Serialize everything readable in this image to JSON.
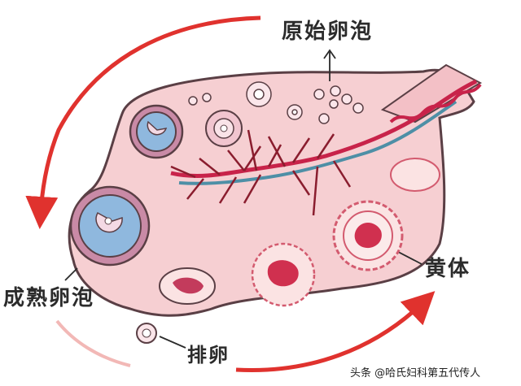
{
  "labels": {
    "primordial_follicle": "原始卵泡",
    "mature_follicle": "成熟卵泡",
    "corpus_luteum": "黄体",
    "ovulation": "排卵"
  },
  "watermark": "头条 @哈氏妇科第五代传人",
  "colors": {
    "ovary_fill": "#f6cfd2",
    "ovary_outline": "#5a3f45",
    "follicle_fluid": "#8fb8de",
    "artery": "#c8234a",
    "vein": "#4e8fa6",
    "arrow": "#e0322e"
  }
}
